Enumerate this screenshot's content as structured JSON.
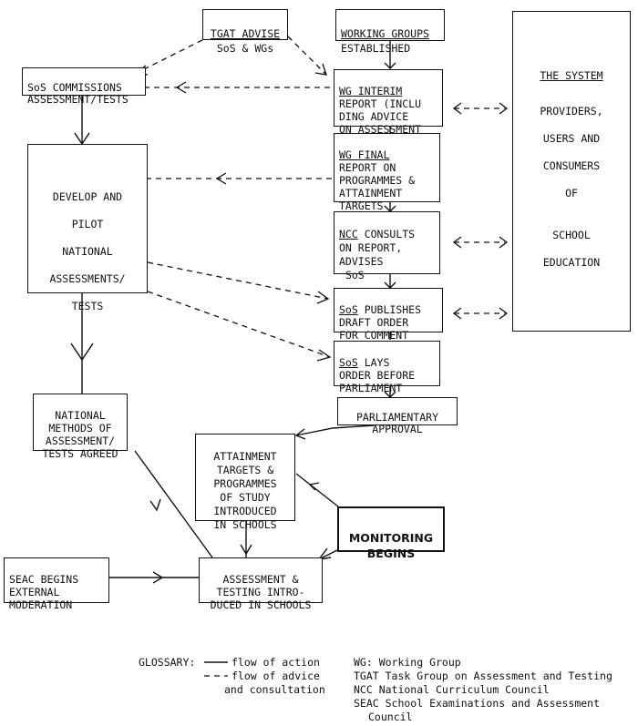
{
  "nodes": {
    "tgat": {
      "title": "TGAT ADVISE",
      "line2": "SoS & WGs"
    },
    "working_groups": {
      "title": "WORKING GROUPS",
      "line2": "ESTABLISHED"
    },
    "sos_commissions": {
      "line1": "SoS COMMISSIONS",
      "line2": "ASSESSMENT/TESTS"
    },
    "wg_interim": {
      "title": "WG INTERIM",
      "line2": "REPORT (INCLU",
      "line3": "DING ADVICE",
      "line4": "ON ASSESSMENT"
    },
    "wg_final": {
      "title": "WG FINAL",
      "line2": "REPORT ON",
      "line3": "PROGRAMMES &",
      "line4": "ATTAINMENT",
      "line5": "TARGETS"
    },
    "ncc_consults": {
      "title": "NCC",
      "line1_rest": " CONSULTS",
      "line2": "ON REPORT,",
      "line3": "ADVISES",
      "line4": "SoS"
    },
    "sos_publishes": {
      "title": "SoS",
      "line1_rest": " PUBLISHES",
      "line2": "DRAFT ORDER",
      "line3": "FOR COMMENT"
    },
    "sos_lays": {
      "title": "SoS",
      "line1_rest": " LAYS",
      "line2": "ORDER BEFORE",
      "line3": "PARLIAMENT"
    },
    "parliamentary": {
      "line1": "PARLIAMENTARY",
      "line2": "APPROVAL"
    },
    "develop": {
      "line1": "DEVELOP AND",
      "line2": "PILOT",
      "line3": "NATIONAL",
      "line4": "ASSESSMENTS/",
      "line5": "TESTS"
    },
    "national_methods": {
      "line1": "NATIONAL",
      "line2": "METHODS OF",
      "line3": "ASSESSMENT/",
      "line4": "TESTS AGREED"
    },
    "attainment": {
      "line1": "ATTAINMENT",
      "line2": "TARGETS &",
      "line3": "PROGRAMMES",
      "line4": "OF STUDY",
      "line5": "INTRODUCED",
      "line6": "IN SCHOOLS"
    },
    "monitoring": {
      "line1": "MONITORING",
      "line2": "BEGINS"
    },
    "seac": {
      "line1": "SEAC BEGINS",
      "line2": "EXTERNAL",
      "line3": "MODERATION"
    },
    "assessment_testing": {
      "line1": "ASSESSMENT &",
      "line2": "TESTING INTRO-",
      "line3": "DUCED IN SCHOOLS"
    },
    "system": {
      "title": "THE SYSTEM",
      "line1": "PROVIDERS,",
      "line2": "USERS AND",
      "line3": "CONSUMERS",
      "line4": "OF",
      "line5": "SCHOOL",
      "line6": "EDUCATION"
    }
  },
  "glossary": {
    "label": "GLOSSARY:",
    "action": "flow of action",
    "advice_1": "flow of advice",
    "advice_2": "and consultation",
    "wg": "WG: Working Group",
    "tgat": "TGAT Task Group on Assessment and Testing",
    "ncc": "NCC National Curriculum Council",
    "seac_1": "SEAC School Examinations and Assessment",
    "seac_2": "Council"
  }
}
